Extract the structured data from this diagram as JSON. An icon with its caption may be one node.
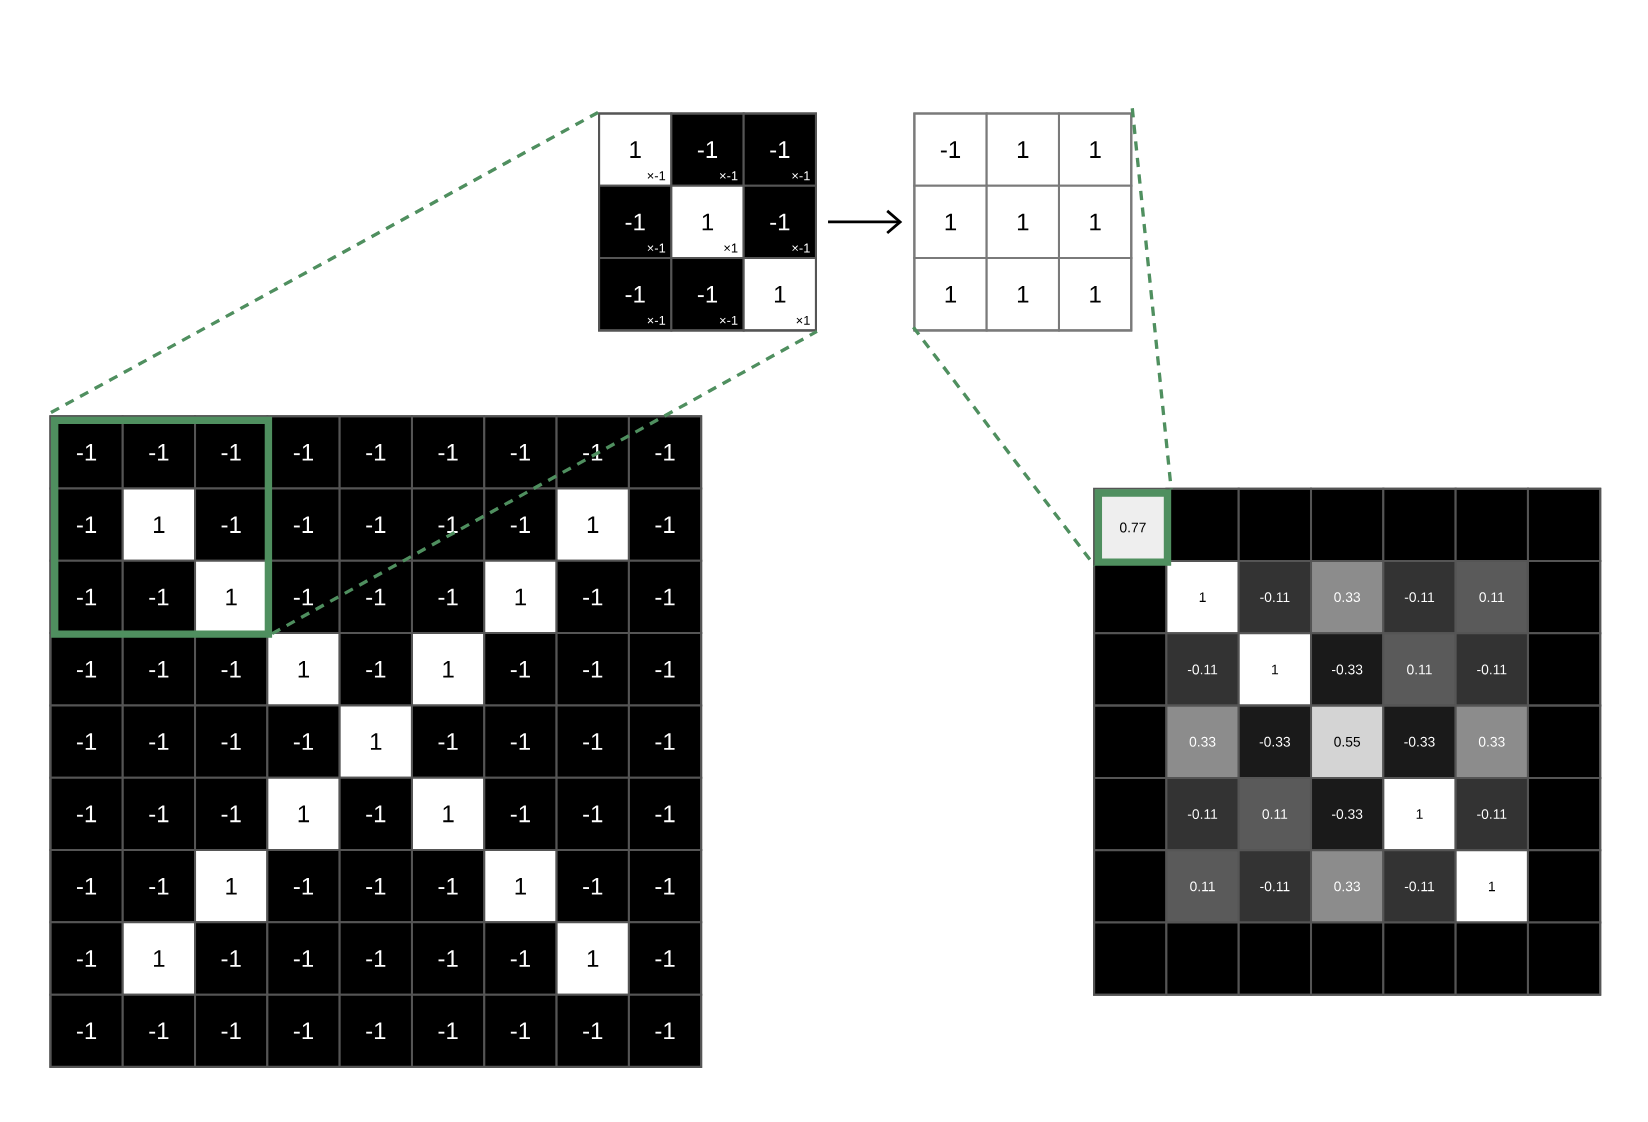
{
  "diagram": {
    "nodes": [
      {
        "text": [
          "-1",
          "-1",
          "-1",
          "-1",
          "-1",
          "-1",
          "-1",
          "-1",
          "-1",
          "-1",
          "1",
          "-1",
          "-1",
          "-1",
          "-1",
          "1",
          "-1",
          "-1",
          "-1",
          "-1",
          "-1",
          "1",
          "-1",
          "1",
          "-1",
          "-1",
          "-1",
          "-1",
          "-1",
          "-1",
          "-1",
          "1",
          "-1",
          "-1",
          "-1",
          "-1",
          "-1",
          "-1",
          "-1",
          "1",
          "-1",
          "1",
          "-1",
          "-1",
          "-1",
          "-1",
          "-1",
          "1",
          "-1",
          "-1",
          "-1",
          "1",
          "-1",
          "-1",
          "-1",
          "1",
          "-1",
          "-1",
          "-1",
          "-1",
          "-1",
          "1",
          "-1",
          "-1",
          "-1",
          "-1",
          "-1",
          "-1",
          "-1",
          "-1",
          "-1",
          "-1"
        ]
      },
      {
        "text": [
          "-1",
          "-1",
          "-1",
          "-1",
          "1",
          "-1",
          "-1",
          "-1",
          "1"
        ],
        "in": 0
      },
      {
        "text": [
          "1",
          "×-1",
          "-1",
          "×-1",
          "-1",
          "×-1",
          "-1",
          "×-1",
          "1",
          "×1",
          "-1",
          "×-1",
          "-1",
          "×-1",
          "-1",
          "×-1",
          "1",
          "×1"
        ]
      },
      {
        "text": [
          "-1",
          "1",
          "1",
          "1",
          "1",
          "1",
          "1",
          "1",
          "1"
        ]
      },
      {
        "text": [
          "1",
          "-0.11",
          "0.33",
          "-0.11",
          "0.11",
          "-0.11",
          "1",
          "-0.33",
          "0.11",
          "-0.11",
          "0.33",
          "-0.33",
          "0.55",
          "-0.33",
          "0.33",
          "-0.11",
          "0.11",
          "-0.33",
          "1",
          "-0.11",
          "0.11",
          "-0.11",
          "0.33",
          "-0.11",
          "1"
        ]
      },
      {
        "text": [
          "0.77"
        ],
        "in": 4
      }
    ],
    "edges": [
      {
        "from": 1,
        "to": 2,
        "arrow": "none",
        "style": "dashed",
        "color": "#4f8f5f"
      },
      {
        "from": 1,
        "to": 2,
        "arrow": "none",
        "style": "dashed",
        "color": "#4f8f5f"
      },
      {
        "from": 2,
        "to": 3,
        "arrow": "to",
        "color": "#000000"
      },
      {
        "from": 3,
        "to": 5,
        "arrow": "none",
        "style": "dashed",
        "color": "#4f8f5f"
      },
      {
        "from": 3,
        "to": 5,
        "arrow": "none",
        "style": "dashed",
        "color": "#4f8f5f"
      }
    ]
  }
}
